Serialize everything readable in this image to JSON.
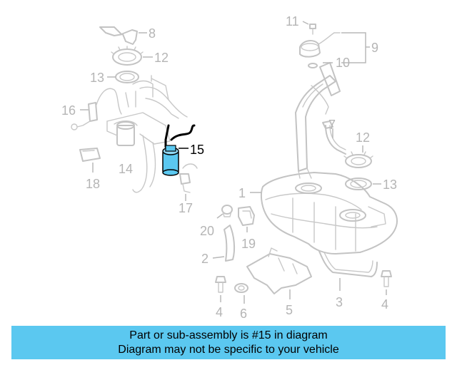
{
  "diagram": {
    "callouts": {
      "n1": "1",
      "n2": "2",
      "n3": "3",
      "n4a": "4",
      "n4b": "4",
      "n5": "5",
      "n6": "6",
      "n7": "7",
      "n8": "8",
      "n9": "9",
      "n10": "10",
      "n11": "11",
      "n12a": "12",
      "n12b": "12",
      "n13a": "13",
      "n13b": "13",
      "n14": "14",
      "n15": "15",
      "n16": "16",
      "n17": "17",
      "n18": "18",
      "n19": "19",
      "n20": "20"
    },
    "highlight_part": "15",
    "highlight_color": "#5bc8f0"
  },
  "banner": {
    "line1": "Part or sub-assembly is #15 in diagram",
    "line2": "Diagram may not be specific to your vehicle",
    "background": "#5bc8f0"
  }
}
